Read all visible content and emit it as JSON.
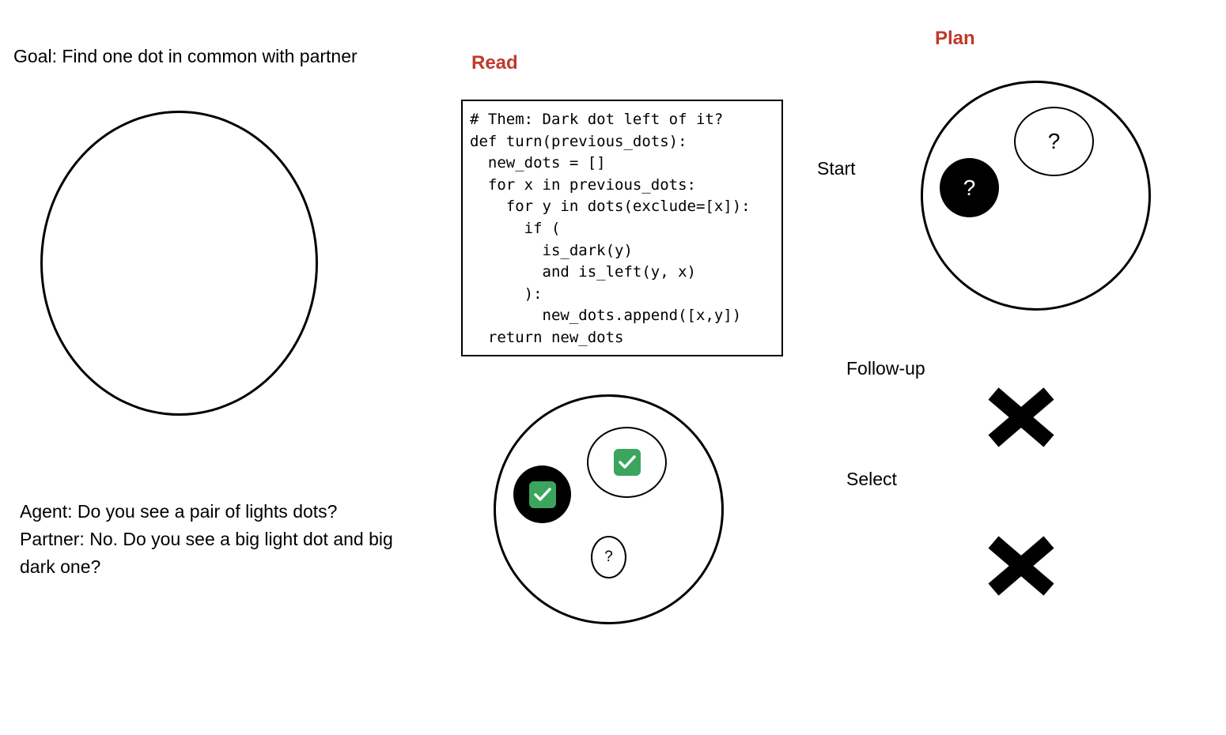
{
  "goal": "Goal: Find one dot in common with partner",
  "headings": {
    "read": "Read",
    "plan": "Plan"
  },
  "dialogue": [
    "Agent: Do you see a pair of lights dots?",
    "Partner: No. Do you see a big light dot and big",
    "dark one?"
  ],
  "code": [
    "# Them: Dark dot left of it?",
    "def turn(previous_dots):",
    "  new_dots = []",
    "  for x in previous_dots:",
    "    for y in dots(exclude=[x]):",
    "      if (",
    "        is_dark(y)",
    "        and is_left(y, x)",
    "      ):",
    "        new_dots.append([x,y])",
    "  return new_dots"
  ],
  "plan_steps": {
    "start": "Start",
    "followup": "Follow-up",
    "select": "Select"
  },
  "dot_marks": {
    "plan_dark": "?",
    "plan_light": "?",
    "read_small_light": "?"
  },
  "icons": {
    "check": "check-mark-icon",
    "cross": "cross-icon"
  },
  "colors": {
    "heading": "#c0392b",
    "check": "#3ba55d"
  }
}
